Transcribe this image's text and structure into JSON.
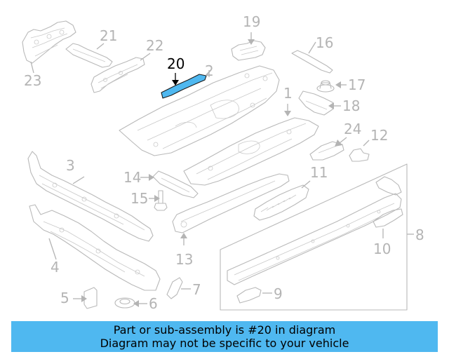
{
  "callouts": [
    {
      "id": "1",
      "highlight": false
    },
    {
      "id": "2",
      "highlight": false
    },
    {
      "id": "3",
      "highlight": false
    },
    {
      "id": "4",
      "highlight": false
    },
    {
      "id": "5",
      "highlight": false
    },
    {
      "id": "6",
      "highlight": false
    },
    {
      "id": "7",
      "highlight": false
    },
    {
      "id": "8",
      "highlight": false
    },
    {
      "id": "9",
      "highlight": false
    },
    {
      "id": "10",
      "highlight": false
    },
    {
      "id": "11",
      "highlight": false
    },
    {
      "id": "12",
      "highlight": false
    },
    {
      "id": "13",
      "highlight": false
    },
    {
      "id": "14",
      "highlight": false
    },
    {
      "id": "15",
      "highlight": false
    },
    {
      "id": "16",
      "highlight": false
    },
    {
      "id": "17",
      "highlight": false
    },
    {
      "id": "18",
      "highlight": false
    },
    {
      "id": "19",
      "highlight": false
    },
    {
      "id": "20",
      "highlight": true
    },
    {
      "id": "21",
      "highlight": false
    },
    {
      "id": "22",
      "highlight": false
    },
    {
      "id": "23",
      "highlight": false
    },
    {
      "id": "24",
      "highlight": false
    }
  ],
  "banner": {
    "line1": "Part or sub-assembly is #20 in diagram",
    "line2": "Diagram may not be specific to your vehicle"
  },
  "colors": {
    "banner": "#4fb8f0",
    "highlight_part": "#4fb8f0",
    "line_art": "#b9b9b9",
    "callout_gray": "#b4b4b4"
  }
}
